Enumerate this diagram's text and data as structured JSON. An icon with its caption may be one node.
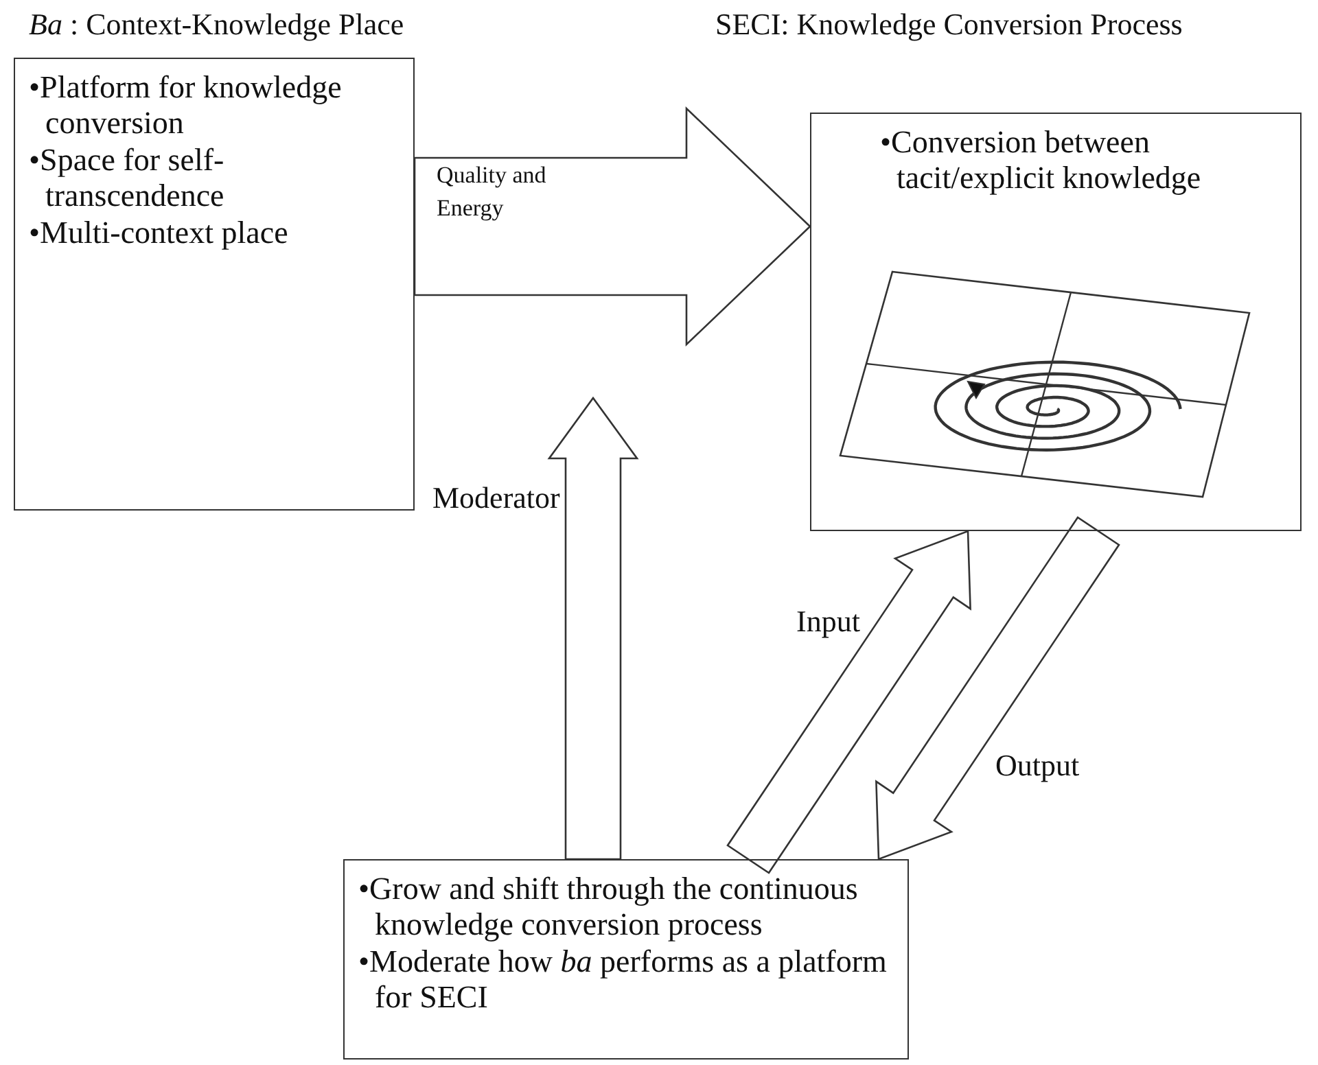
{
  "diagram": {
    "nodes": [
      {
        "text": [
          "*Ba* : Context-Knowledge Place",
          "•Platform for knowledge conversion",
          "•Space for self-transcendence",
          "•Multi-context place"
        ]
      },
      {
        "text": [
          "SECI: Knowledge Conversion Process",
          "•Conversion between tacit/explicit knowledge"
        ]
      },
      {
        "text": [
          "•Grow and shift through the continuous knowledge conversion process",
          "•Moderate how *ba* performs as a platform for SECI"
        ]
      }
    ],
    "edges": [
      {
        "from": 0,
        "to": 1,
        "arrow": "to",
        "label": "Quality and Energy"
      },
      {
        "from": 2,
        "to": null,
        "arrow": "to",
        "label": "Moderator"
      },
      {
        "from": 2,
        "to": 1,
        "arrow": "to",
        "label": "Input"
      },
      {
        "from": 1,
        "to": 2,
        "arrow": "to",
        "label": "Output"
      }
    ]
  }
}
